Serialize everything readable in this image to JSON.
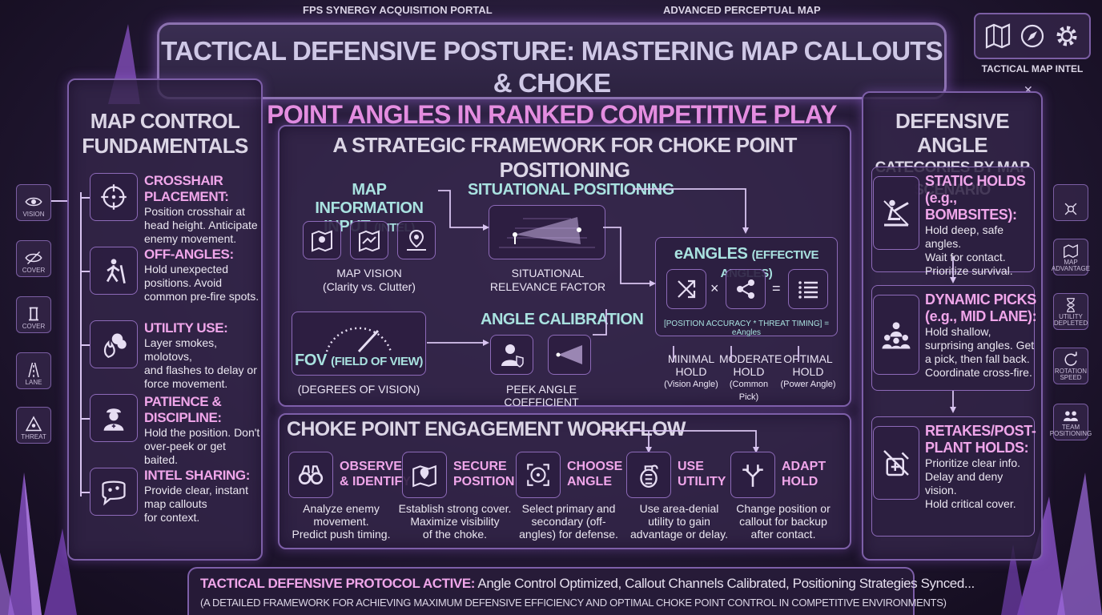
{
  "window": {
    "top_left_label": "FPS SYNERGY ACQUISITION PORTAL",
    "top_right_label": "ADVANCED PERCEPTUAL MAP",
    "title_line1": "TACTICAL DEFENSIVE POSTURE: MASTERING MAP CALLOUTS & CHOKE",
    "title_line2": "POINT ANGLES IN RANKED COMPETITIVE PLAY",
    "intel_label": "TACTICAL MAP INTEL",
    "intel_icons": [
      "map-icon",
      "compass-icon",
      "gear-icon"
    ],
    "close_glyph": "✕"
  },
  "left_rail": [
    {
      "label": "VISION",
      "icon": "eye-icon"
    },
    {
      "label": "COVER",
      "icon": "eye-off-icon"
    },
    {
      "label": "COVER",
      "icon": "pillar-icon"
    },
    {
      "label": "LANE",
      "icon": "lane-icon"
    },
    {
      "label": "THREAT",
      "icon": "threat-icon"
    }
  ],
  "right_rail": [
    {
      "label": "",
      "icon": "drone-icon"
    },
    {
      "label": "MAP ADVANTAGE",
      "icon": "map-advantage-icon"
    },
    {
      "label": "UTILITY DEPLETED",
      "icon": "hourglass-icon"
    },
    {
      "label": "ROTATION SPEED",
      "icon": "rotate-icon"
    },
    {
      "label": "TEAM POSITIONING",
      "icon": "team-icon"
    }
  ],
  "fundamentals": {
    "title_line1": "MAP CONTROL",
    "title_line2": "FUNDAMENTALS",
    "items": [
      {
        "title": "CROSSHAIR PLACEMENT:",
        "body": [
          "Position crosshair at",
          "head height. Anticipate",
          "enemy movement."
        ],
        "icon": "crosshair-icon"
      },
      {
        "title": "OFF-ANGLES:",
        "body": [
          "Hold unexpected",
          "positions. Avoid",
          "common pre-fire spots."
        ],
        "icon": "person-walking-icon"
      },
      {
        "title": "UTILITY USE:",
        "body": [
          "Layer smokes, molotovs,",
          "and flashes to delay or",
          "force movement."
        ],
        "icon": "fire-smoke-icon"
      },
      {
        "title": "PATIENCE &",
        "title2": "DISCIPLINE:",
        "body": [
          "Hold the position. Don't",
          "over-peek or get baited."
        ],
        "icon": "operator-icon"
      },
      {
        "title": "INTEL SHARING:",
        "body": [
          "Provide clear, instant",
          "map callouts",
          "for context."
        ],
        "icon": "speech-map-icon"
      }
    ]
  },
  "framework": {
    "title": "A STRATEGIC FRAMEWORK FOR CHOKE POINT POSITIONING",
    "map_info_line1": "MAP INFORMATION",
    "map_info_line2": "INPUT",
    "map_info_paren": "(INTEL)",
    "map_vision_line1": "MAP VISION",
    "map_vision_line2": "(Clarity vs. Clutter)",
    "situational_title": "SITUATIONAL POSITIONING",
    "situational_line1": "SITUATIONAL",
    "situational_line2": "RELEVANCE FACTOR",
    "fov_main": "FOV",
    "fov_paren": "(FIELD OF VIEW)",
    "fov_sub": "(DEGREES OF VISION)",
    "angle_title": "ANGLE CALIBRATION",
    "angle_sub": "PEEK ANGLE COEFFICIENT",
    "eangles_main": "eANGLES",
    "eangles_paren": "(EFFECTIVE ANGLES)",
    "times": "×",
    "equals": "=",
    "formula": "[POSITION ACCURACY * THREAT TIMING] = eAngles",
    "holds": [
      {
        "l1": "MINIMAL",
        "l2": "HOLD",
        "l3": "(Vision Angle)"
      },
      {
        "l1": "MODERATE",
        "l2": "HOLD",
        "l3": "(Common Pick)"
      },
      {
        "l1": "OPTIMAL",
        "l2": "HOLD",
        "l3": "(Power Angle)"
      }
    ]
  },
  "workflow": {
    "title": "CHOKE POINT ENGAGEMENT WORKFLOW",
    "steps": [
      {
        "t1": "OBSERVE",
        "t2": "& IDENTIFY",
        "desc": [
          "Analyze enemy",
          "movement.",
          "Predict push timing."
        ],
        "icon": "binoculars-icon"
      },
      {
        "t1": "SECURE",
        "t2": "POSITION",
        "desc": [
          "Establish strong cover.",
          "Maximize visibility",
          "of the choke."
        ],
        "icon": "map-pin-icon"
      },
      {
        "t1": "CHOOSE",
        "t2": "ANGLE",
        "desc": [
          "Select primary and",
          "secondary (off-",
          "angles) for defense."
        ],
        "icon": "target-icon"
      },
      {
        "t1": "USE",
        "t2": "UTILITY",
        "desc": [
          "Use area-denial",
          "utility to gain",
          "advantage or delay."
        ],
        "icon": "grenade-icon"
      },
      {
        "t1": "ADAPT",
        "t2": "HOLD",
        "desc": [
          "Change position or",
          "callout for backup",
          "after contact."
        ],
        "icon": "split-arrow-icon"
      }
    ]
  },
  "categories": {
    "title_line1": "DEFENSIVE ANGLE",
    "title_line2": "CATEGORIES BY MAP SCENARIO",
    "items": [
      {
        "t1": "STATIC HOLDS",
        "t2": "(e.g., BOMBSITES):",
        "body": [
          "Hold deep, safe angles.",
          "Wait for contact.",
          "Prioritize survival."
        ],
        "icon": "sniper-icon"
      },
      {
        "t1": "DYNAMIC PICKS",
        "t2": "(e.g., MID LANE):",
        "body": [
          "Hold shallow,",
          "surprising angles. Get",
          "a pick, then fall back.",
          "Coordinate cross-fire."
        ],
        "icon": "squad-icon"
      },
      {
        "t1": "RETAKES/POST-",
        "t2": "PLANT HOLDS:",
        "body": [
          "Prioritize clear info.",
          "Delay and deny vision.",
          "Hold critical cover."
        ],
        "icon": "no-plant-icon"
      }
    ]
  },
  "footer": {
    "status_label": "TACTICAL DEFENSIVE PROTOCOL ACTIVE:",
    "status_text": "Angle Control Optimized, Callout Channels Calibrated, Positioning Strategies Synced...",
    "sub": "(A DETAILED FRAMEWORK FOR ACHIEVING MAXIMUM DEFENSIVE EFFICIENCY AND OPTIMAL CHOKE POINT CONTROL IN COMPETITIVE ENVIRONMENTS)"
  },
  "colors": {
    "accent_pink": "#f0a6ea",
    "accent_cyan": "#a9e2e0",
    "frame": "#7d5fa8",
    "glow": "#c58cff"
  }
}
